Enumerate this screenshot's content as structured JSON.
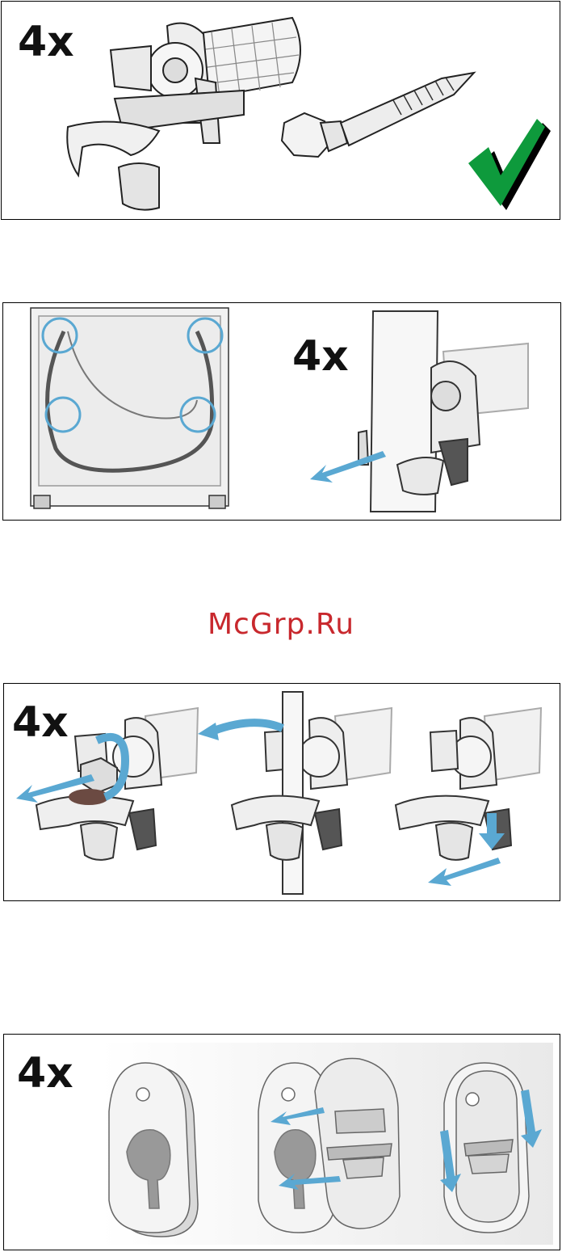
{
  "panels": [
    {
      "count": "4x"
    },
    {
      "count": "4x"
    },
    {
      "count": "4x"
    },
    {
      "count": "4x"
    }
  ],
  "watermark": "McGrp.Ru",
  "colors": {
    "arrow": "#5aa8d2",
    "check": "#0e9a3c",
    "border": "#000000",
    "watermark": "#c8282d"
  }
}
